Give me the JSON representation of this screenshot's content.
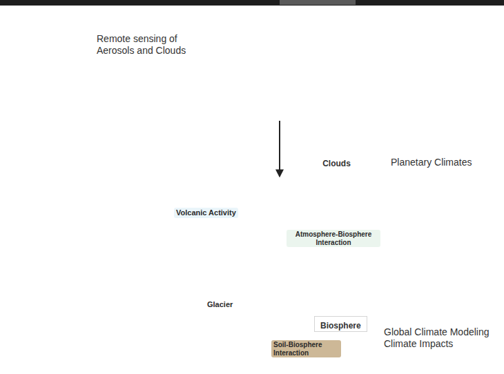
{
  "diagram": {
    "nodes": [
      {
        "text": [
          "Remote sensing of Aerosols and Clouds"
        ]
      },
      {
        "text": [
          "Planetary Climates"
        ]
      },
      {
        "text": [
          "Global Climate Modeling Climate Impacts"
        ]
      },
      {
        "text": [
          "Clouds"
        ],
        "in": 2
      },
      {
        "text": [
          "Biosphere"
        ],
        "in": 2
      }
    ],
    "edges": [
      {
        "from": 1,
        "to": 3,
        "arrow": "to"
      }
    ],
    "labels": [
      "Volcanic Activity",
      "Atmosphere-Biosphere Interaction",
      "Glacier",
      "Soil-Biosphere Interaction"
    ]
  }
}
